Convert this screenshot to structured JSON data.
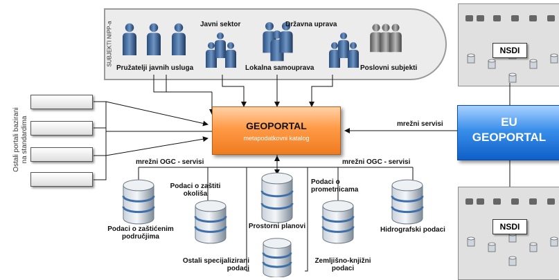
{
  "subjects": {
    "label": "SUBJEKTI NIPP-a",
    "groups": [
      {
        "id": "javni-sektor",
        "label": "Javni sektor"
      },
      {
        "id": "drzavna-uprava",
        "label": "Državna uprava"
      },
      {
        "id": "pruzatelji",
        "label": "Pružatelji javnih usluga"
      },
      {
        "id": "lokalna",
        "label": "Lokalna samouprava"
      },
      {
        "id": "poslovni",
        "label": "Poslovni subjekti"
      }
    ]
  },
  "other_portals": {
    "label_line1": "Ostali portali bazirani",
    "label_line2": "na standardima",
    "count": 4
  },
  "geoportal": {
    "title": "GEOPORTAL",
    "subtitle": "metapodatkovni katalog"
  },
  "eu_geoportal": {
    "line1": "EU",
    "line2": "GEOPORTAL"
  },
  "nsdi": {
    "top": "NSDI",
    "bottom": "NSDI"
  },
  "connections": {
    "network_services": "mrežni servisi",
    "ogc_left": "mrežni OGC - servisi",
    "ogc_right": "mrežni OGC - servisi"
  },
  "databases": [
    {
      "id": "zasticena",
      "label_line1": "Podaci o zaštićenim",
      "label_line2": "područjima"
    },
    {
      "id": "okolis",
      "label_line1": "Podaci o zaštiti",
      "label_line2": "okoliša"
    },
    {
      "id": "prostorni",
      "label_line1": "Prostorni planovi",
      "label_line2": ""
    },
    {
      "id": "prometnice",
      "label_line1": "Podaci o",
      "label_line2": "prometnicama"
    },
    {
      "id": "hidrografski",
      "label_line1": "Hidrografski podaci",
      "label_line2": ""
    },
    {
      "id": "specijalizirani",
      "label_line1": "Ostali specijalizirani",
      "label_line2": "podaci"
    },
    {
      "id": "zemljisno",
      "label_line1": "Zemljišno-knjižni",
      "label_line2": "podaci"
    }
  ],
  "colors": {
    "geoportal": "#ff9a46",
    "eu_geoportal": "#1f78e0",
    "database": "#5e86b4",
    "panel": "#ececec"
  }
}
